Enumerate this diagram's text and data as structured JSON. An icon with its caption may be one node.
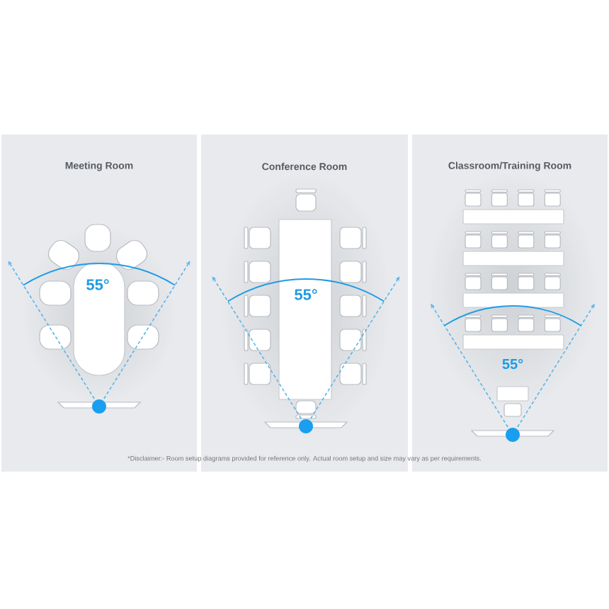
{
  "diagram": {
    "nodes": [
      {
        "text": [
          "Meeting Room",
          "55°"
        ]
      },
      {
        "text": [
          "Conference Room",
          "55°"
        ]
      },
      {
        "text": [
          "Classroom/Training Room",
          "55°"
        ]
      }
    ],
    "caption": "*Disclaimer:- Room setup diagrams provided for reference only. Actual room setup and size may vary as per requirements."
  }
}
